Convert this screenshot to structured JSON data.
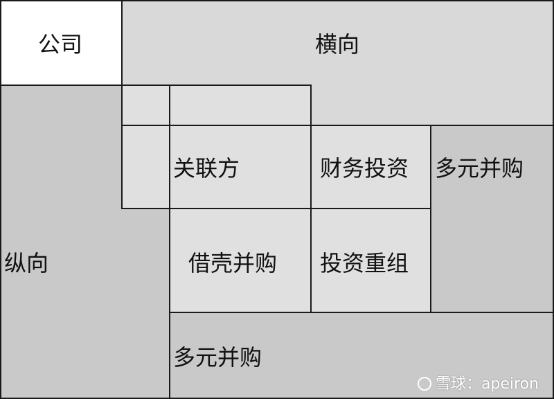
{
  "labels": {
    "company": "公司",
    "horizontal": "横向",
    "vertical": "纵向",
    "related_party": "关联方",
    "financial_investment": "财务投资",
    "diversified_ma_right": "多元并购",
    "backdoor_listing": "借壳并购",
    "investment_restructuring": "投资重组",
    "diversified_ma_bottom": "多元并购"
  },
  "watermark": {
    "text": "雪球：apeiron"
  }
}
